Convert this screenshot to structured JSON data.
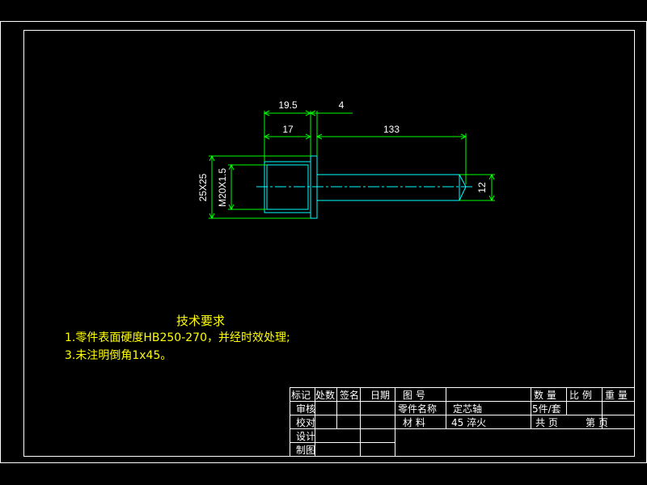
{
  "colors": {
    "background": "#000000",
    "border": "#ffffff",
    "part_outline": "#00ffff",
    "dimension_line": "#00ff00",
    "dimension_text": "#ffffff",
    "notes_text": "#ffff00",
    "title_block_line": "#ffffff"
  },
  "dimensions": {
    "d_19_5": "19.5",
    "d_4": "4",
    "d_17": "17",
    "d_133": "133",
    "d_12": "12",
    "d_25x25": "25X25",
    "d_m20": "M20X1.5"
  },
  "notes": {
    "title": "技术要求",
    "line1": "1.零件表面硬度HB250-270，并经时效处理;",
    "line2": "3.未注明倒角1x45。"
  },
  "title_block": {
    "mark": "标记",
    "count": "处数",
    "sign": "签名",
    "date": "日期",
    "review": "审核",
    "check": "校对",
    "design": "设计",
    "draw": "制图",
    "drawing_no": "图 号",
    "part_name_label": "零件名称",
    "part_name": "定芯轴",
    "material_label": "材 料",
    "material": "45 淬火",
    "qty_label": "数 量",
    "scale_label": "比 例",
    "weight_label": "重 量",
    "qty_value": "5件/套",
    "total_pages": "共  页",
    "page_no": "第  页"
  }
}
